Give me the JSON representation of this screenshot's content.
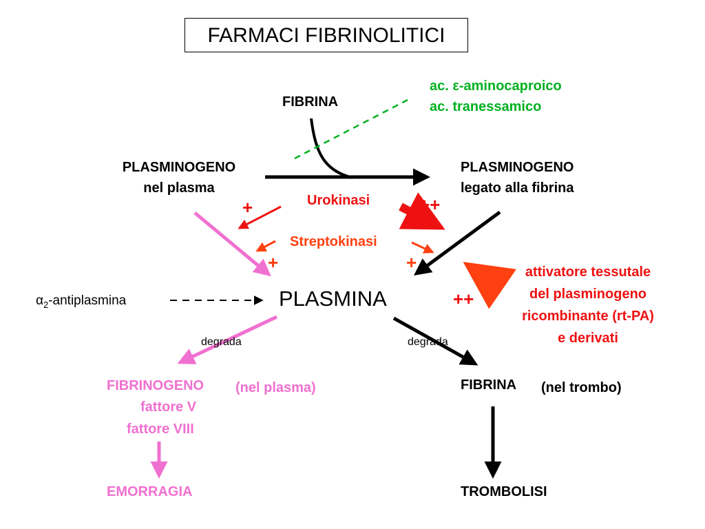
{
  "title": "FARMACI FIBRINOLITICI",
  "colors": {
    "black": "#000000",
    "green": "#00b020",
    "red": "#ee1111",
    "orange": "#ff4010",
    "pink": "#f070d0"
  },
  "labels": {
    "fibrina_top": "FIBRINA",
    "inhibitor_1": "ac. ε-aminocaproico",
    "inhibitor_2": "ac. tranessamico",
    "plasminogen_plasma_1": "PLASMINOGENO",
    "plasminogen_plasma_2": "nel plasma",
    "plasminogen_fibrin_1": "PLASMINOGENO",
    "plasminogen_fibrin_2": "legato alla fibrina",
    "urokinase": "Urokinasi",
    "streptokinase": "Streptokinasi",
    "plus_left_top": "+",
    "plus_left_bottom": "+",
    "plus_right_bottom": "+",
    "double_plus_top": "++",
    "double_plus_right": "++",
    "rtpa_1": "attivatore tessutale",
    "rtpa_2": "del  plasminogeno",
    "rtpa_3": "ricombinante (rt-PA)",
    "rtpa_4": "e derivati",
    "antiplasmin_alpha": "α",
    "antiplasmin_sub": "2",
    "antiplasmin_rest": "-antiplasmina",
    "plasmina": "PLASMINA",
    "degrada_left": "degrada",
    "degrada_right": "degrada",
    "fibrinogeno": "FIBRINOGENO",
    "nel_plasma": "(nel plasma)",
    "fattore_v": "fattore V",
    "fattore_viii": "fattore VIII",
    "emorragia": "EMORRAGIA",
    "fibrina_bottom": "FIBRINA",
    "nel_trombo": "(nel trombo)",
    "trombolisi": "TROMBOLISI"
  }
}
